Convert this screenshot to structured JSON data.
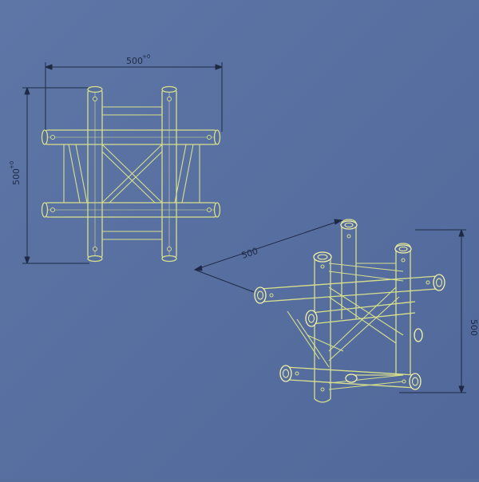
{
  "colors": {
    "background": "#566e9c",
    "line": "#d8e08c",
    "dimension": "#1e2a44",
    "highlight": "#f4f1a8"
  },
  "top_view": {
    "dim_width": "500",
    "dim_width_tol": "+0",
    "dim_height": "500",
    "dim_height_tol": "+0"
  },
  "iso_view": {
    "dim_width": "500",
    "dim_height": "500"
  }
}
